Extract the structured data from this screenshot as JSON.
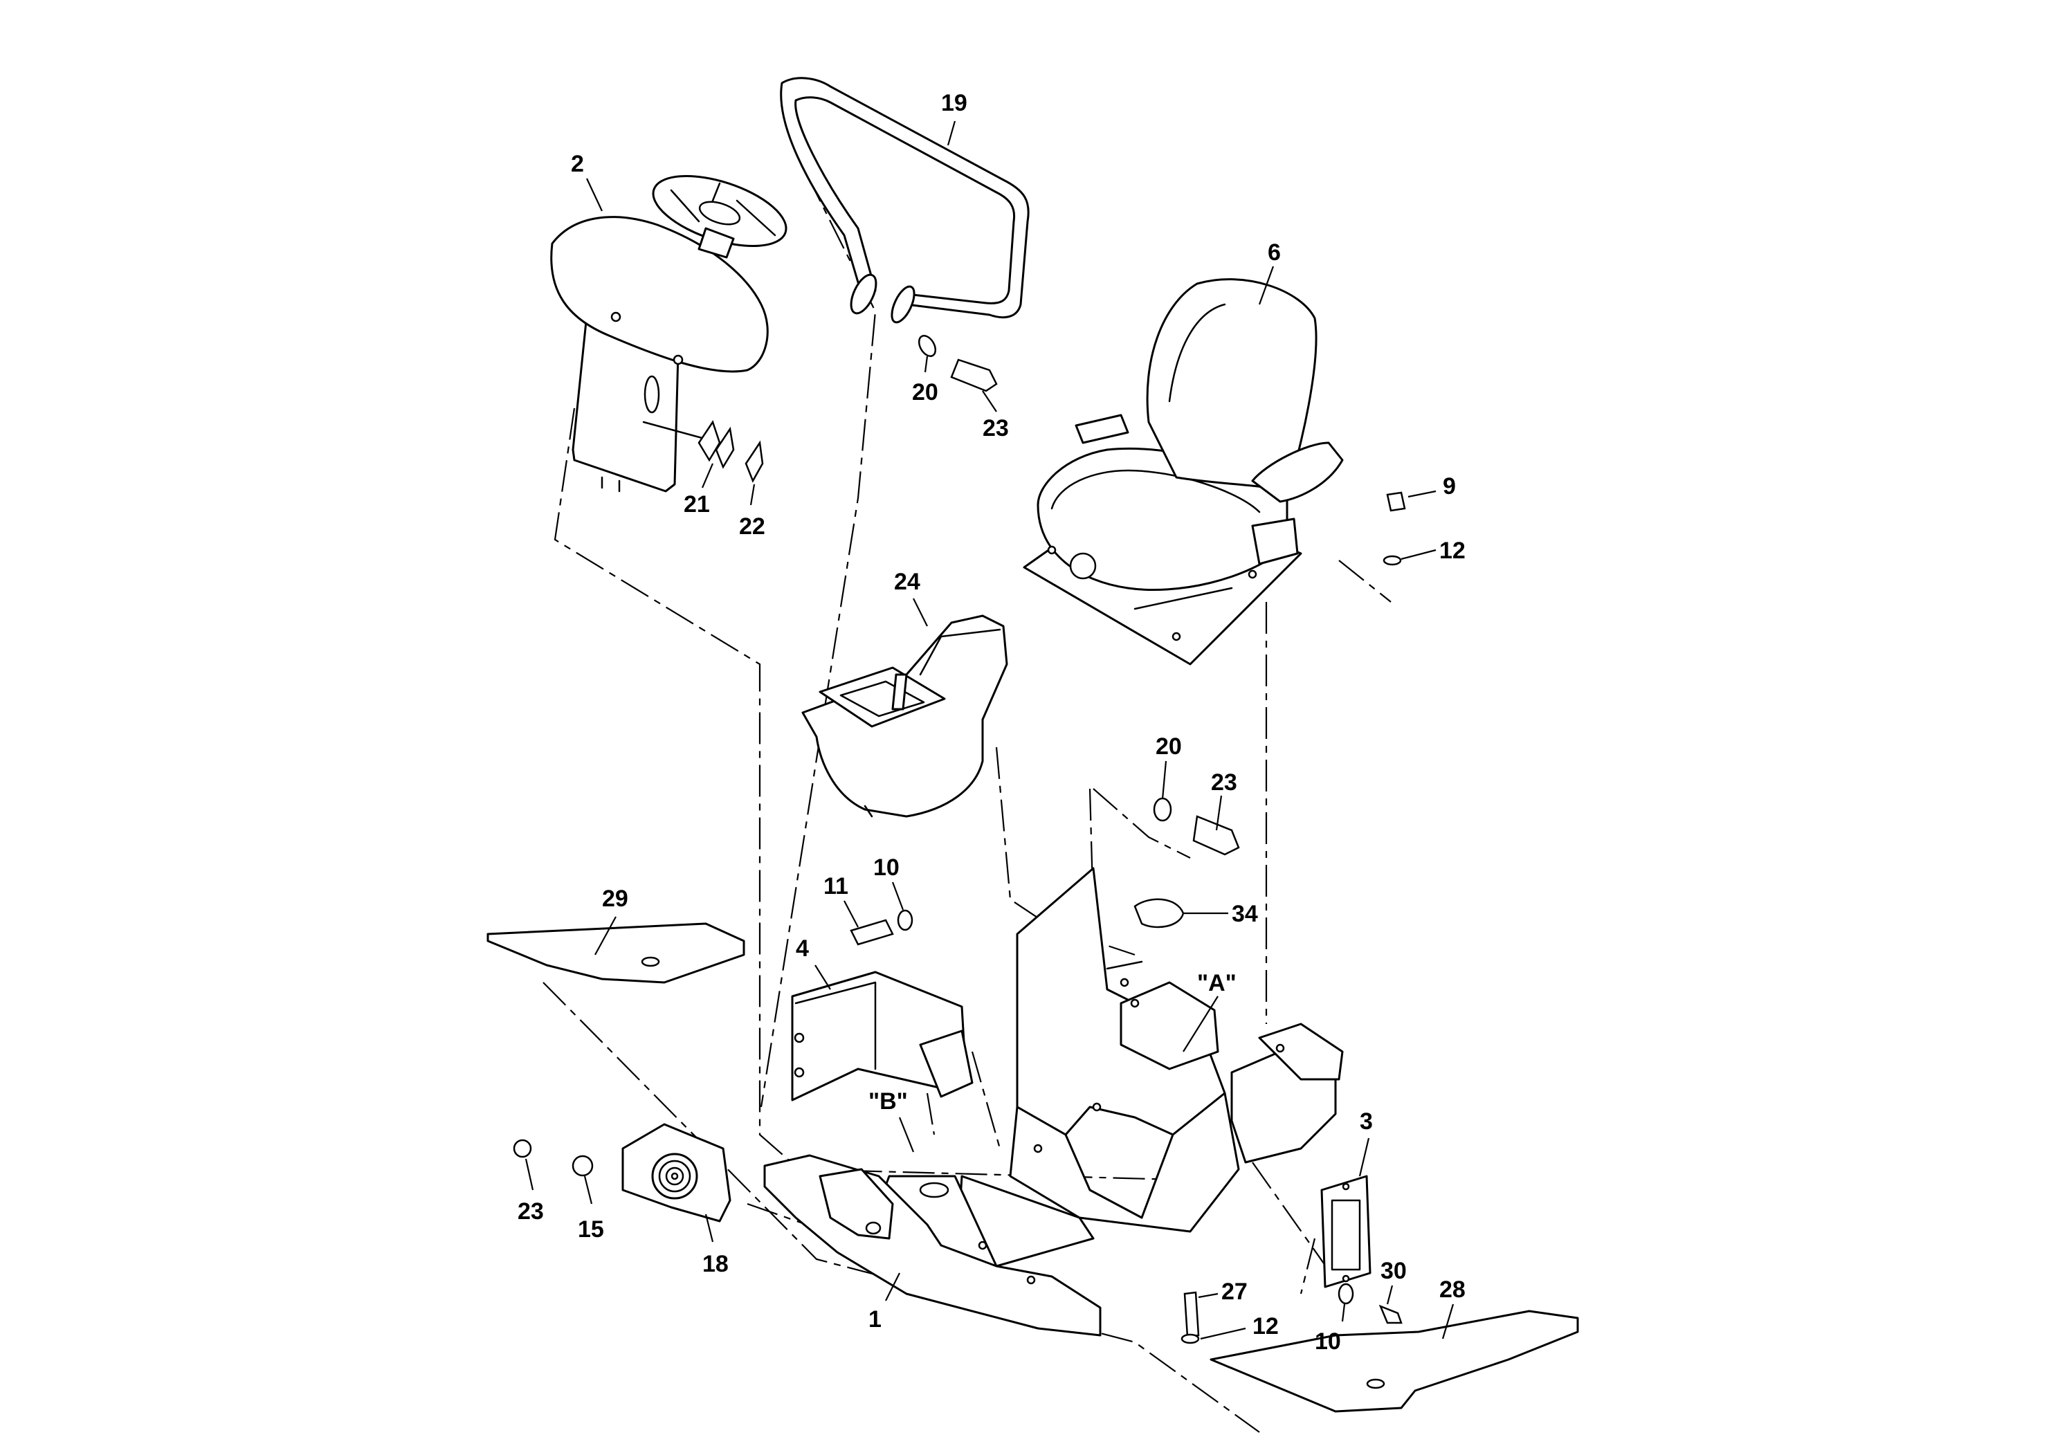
{
  "callouts": {
    "c1": "1",
    "c2": "2",
    "c3": "3",
    "c4": "4",
    "c6": "6",
    "c9": "9",
    "c10a": "10",
    "c10b": "10",
    "c11": "11",
    "c12a": "12",
    "c12b": "12",
    "c15": "15",
    "c18": "18",
    "c19": "19",
    "c20a": "20",
    "c20b": "20",
    "c21": "21",
    "c22": "22",
    "c23a": "23",
    "c23b": "23",
    "c23c": "23",
    "c24": "24",
    "c27": "27",
    "c28": "28",
    "c29": "29",
    "c30": "30",
    "c34": "34"
  },
  "views": {
    "view_a": "\"A\"",
    "view_b": "\"B\""
  },
  "colors": {
    "ink": "#000000",
    "paper": "#ffffff"
  }
}
